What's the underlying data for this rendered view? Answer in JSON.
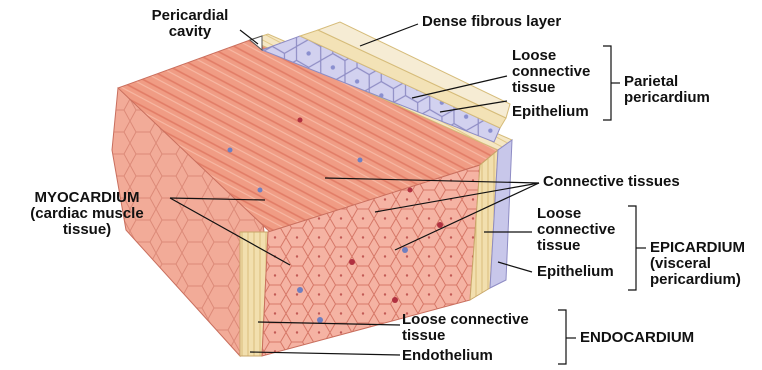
{
  "labels": {
    "pericardial_cavity": [
      "Pericardial",
      "cavity"
    ],
    "dense_fibrous_layer": "Dense fibrous layer",
    "parietal_loose_ct": [
      "Loose",
      "connective",
      "tissue"
    ],
    "parietal_epithelium": "Epithelium",
    "parietal_pericardium": [
      "Parietal",
      "pericardium"
    ],
    "connective_tissues": "Connective tissues",
    "myocardium": [
      "MYOCARDIUM",
      "(cardiac muscle",
      "tissue)"
    ],
    "epicardium_loose_ct": [
      "Loose",
      "connective",
      "tissue"
    ],
    "epicardium_epithelium": "Epithelium",
    "epicardium": [
      "EPICARDIUM",
      "(visceral",
      "pericardium)"
    ],
    "endocardium_loose_ct": [
      "Loose connective",
      "tissue"
    ],
    "endothelium": "Endothelium",
    "endocardium": "ENDOCARDIUM"
  },
  "colors": {
    "muscle": "#f2a48a",
    "muscle_dark": "#e07d66",
    "fibrous": "#f3e6c2",
    "epithelium": "#c9c8ea",
    "cells_face": "#f4b0a0",
    "cell_lines": "#d9776a",
    "nucleus_blue": "#6f7fc0",
    "nucleus_red": "#b03040"
  }
}
